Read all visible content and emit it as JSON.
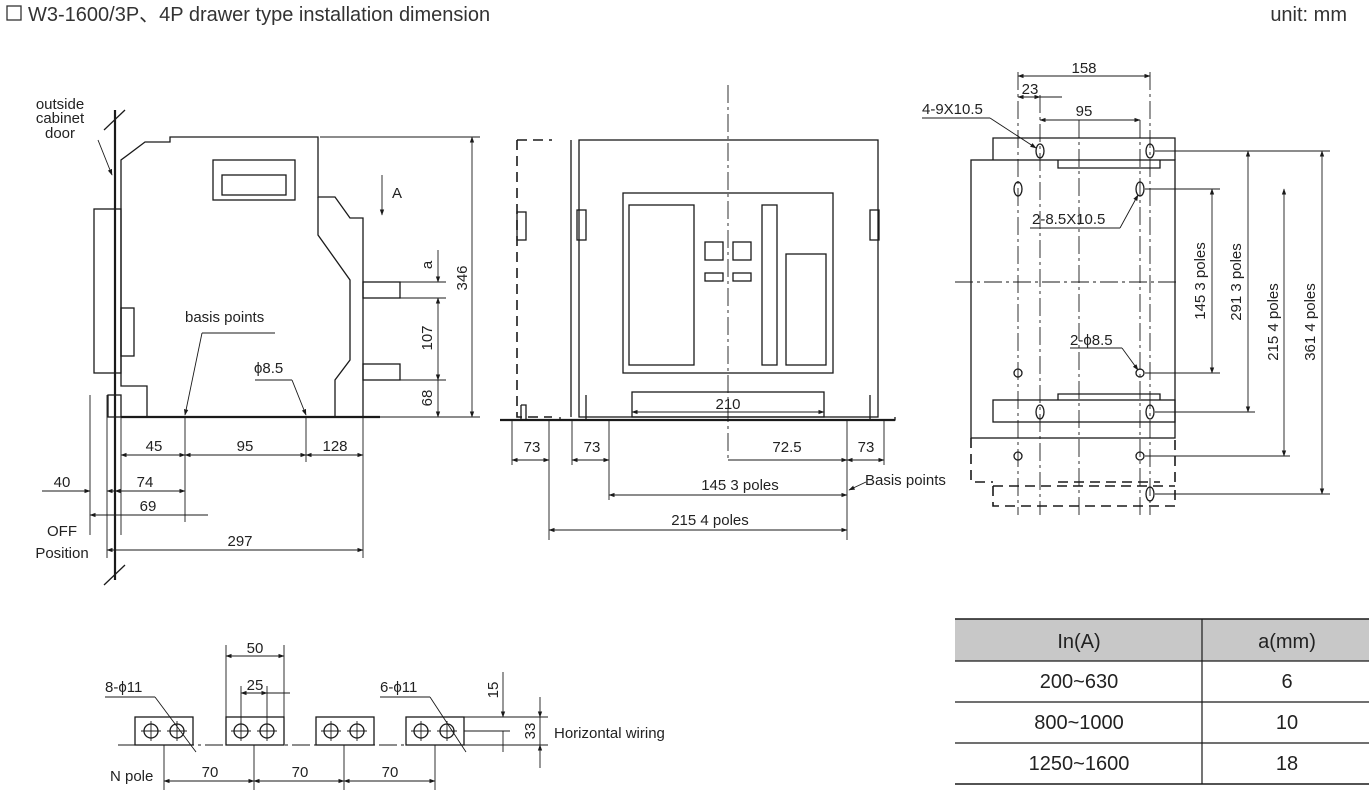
{
  "header": {
    "title": "W3-1600/3P、4P drawer type installation dimension",
    "unit": "unit: mm"
  },
  "side_view": {
    "door_label": [
      "outside",
      "cabinet",
      "door"
    ],
    "arrow_label": "A",
    "basis_points": "basis points",
    "hole": "ϕ8.5",
    "dim_a": "a",
    "dim_346": "346",
    "dim_107": "107",
    "dim_68": "68",
    "dim_45": "45",
    "dim_95": "95",
    "dim_128": "128",
    "dim_40": "40",
    "dim_74": "74",
    "dim_69": "69",
    "dim_297": "297",
    "off_label": [
      "OFF",
      "Position"
    ]
  },
  "front_view": {
    "dim_210": "210",
    "dim_73_1": "73",
    "dim_73_2": "73",
    "dim_72_5": "72.5",
    "dim_73_3": "73",
    "dim_145": "145  3 poles",
    "dim_215": "215  4 poles",
    "basis_points": "Basis points"
  },
  "top_view": {
    "dim_158": "158",
    "dim_23": "23",
    "dim_95": "95",
    "slot1": "4-9X10.5",
    "slot2": "2-8.5X10.5",
    "hole": "2-ϕ8.5",
    "v145": "145  3 poles",
    "v291": "291  3 poles",
    "v215": "215  4 poles",
    "v361": "361  4 poles"
  },
  "busbar": {
    "holes_left": "8-ϕ11",
    "holes_right": "6-ϕ11",
    "dim_50": "50",
    "dim_25": "25",
    "dim_15": "15",
    "dim_33": "33",
    "wiring": "Horizontal wiring",
    "n_pole": "N pole",
    "pitch": [
      "70",
      "70",
      "70"
    ]
  },
  "table": {
    "headers": [
      "In(A)",
      "a(mm)"
    ],
    "rows": [
      [
        "200~630",
        "6"
      ],
      [
        "800~1000",
        "10"
      ],
      [
        "1250~1600",
        "18"
      ]
    ]
  },
  "colors": {
    "header_fill": "#c8c8c8",
    "line": "#1a1a1a"
  }
}
